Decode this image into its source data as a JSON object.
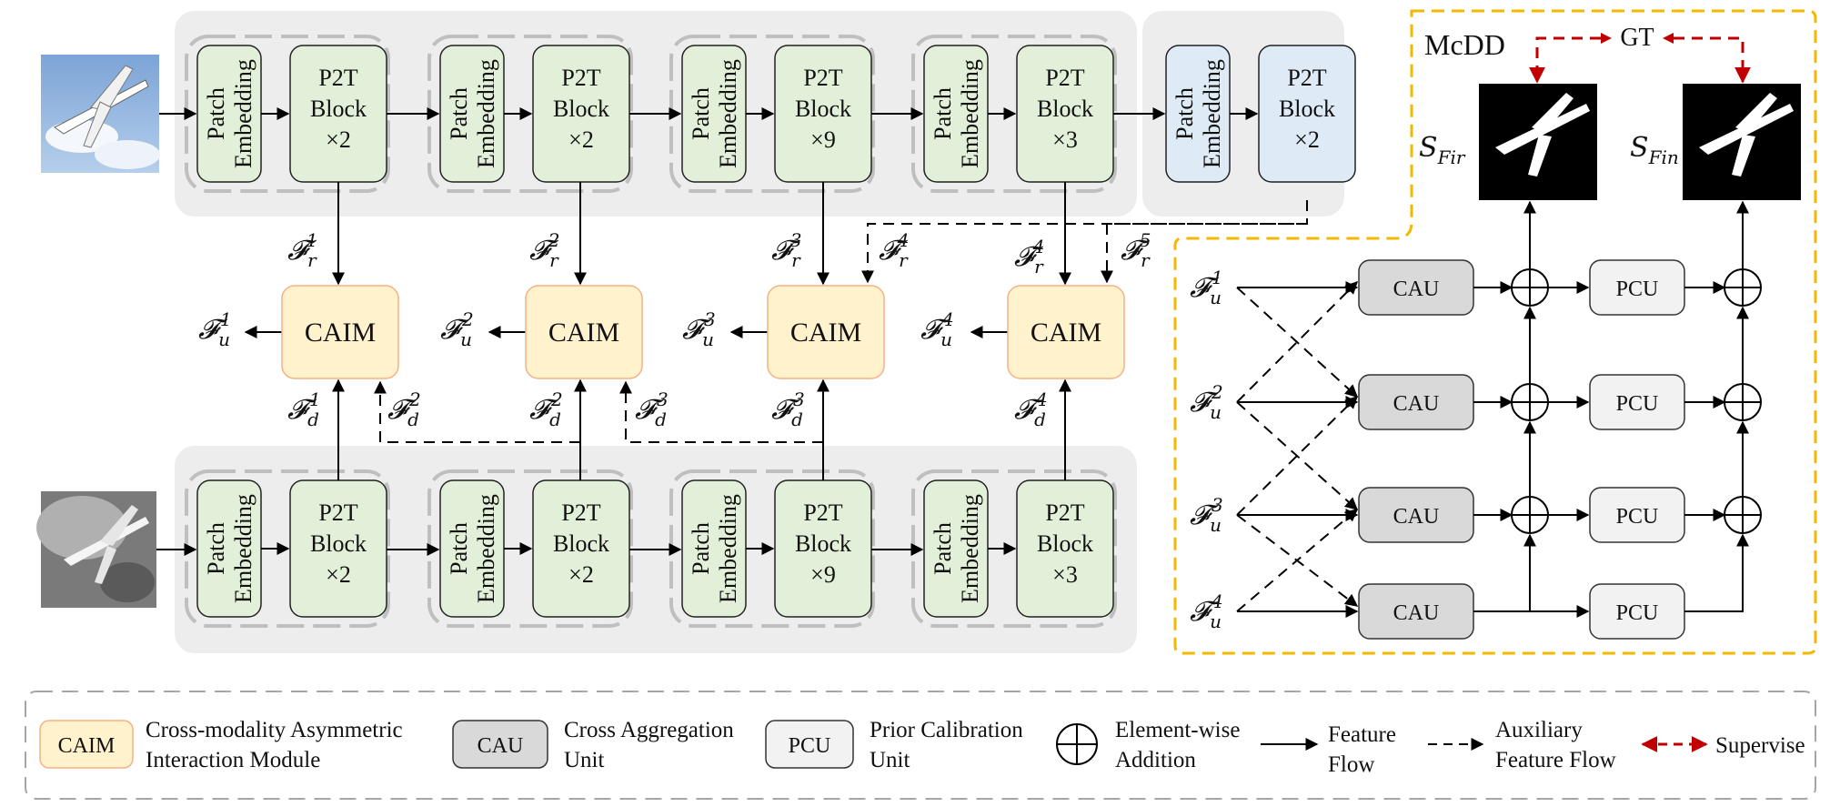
{
  "rgb_stream": {
    "stages": [
      {
        "embed": "Patch Embedding",
        "block": [
          "P2T",
          "Block",
          "×2"
        ]
      },
      {
        "embed": "Patch Embedding",
        "block": [
          "P2T",
          "Block",
          "×2"
        ]
      },
      {
        "embed": "Patch Embedding",
        "block": [
          "P2T",
          "Block",
          "×9"
        ]
      },
      {
        "embed": "Patch Embedding",
        "block": [
          "P2T",
          "Block",
          "×3"
        ]
      },
      {
        "embed": "Patch Embedding",
        "block": [
          "P2T",
          "Block",
          "×2"
        ]
      }
    ]
  },
  "depth_stream": {
    "stages": [
      {
        "embed": "Patch Embedding",
        "block": [
          "P2T",
          "Block",
          "×2"
        ]
      },
      {
        "embed": "Patch Embedding",
        "block": [
          "P2T",
          "Block",
          "×2"
        ]
      },
      {
        "embed": "Patch Embedding",
        "block": [
          "P2T",
          "Block",
          "×9"
        ]
      },
      {
        "embed": "Patch Embedding",
        "block": [
          "P2T",
          "Block",
          "×3"
        ]
      }
    ]
  },
  "caim_label": "CAIM",
  "features": {
    "r": [
      "𝓕r1",
      "𝓕r2",
      "𝓕r3",
      "𝓕r4",
      "𝓕r4",
      "𝓕r5"
    ],
    "d": [
      "𝓕d1",
      "𝓕d2",
      "𝓕d2",
      "𝓕d3",
      "𝓕d3",
      "𝓕d4"
    ],
    "u": [
      "𝓕u1",
      "𝓕u2",
      "𝓕u3",
      "𝓕u4"
    ]
  },
  "decoder": {
    "title": "McDD",
    "gt": "GT",
    "s_first": "S_Fir",
    "s_final": "S_Fin",
    "cau": "CAU",
    "pcu": "PCU"
  },
  "legend": {
    "caim_box": "CAIM",
    "caim_text": [
      "Cross-modality Asymmetric",
      "Interaction Module"
    ],
    "cau_box": "CAU",
    "cau_text": [
      "Cross Aggregation",
      "Unit"
    ],
    "pcu_box": "PCU",
    "pcu_text": [
      "Prior Calibration",
      "Unit"
    ],
    "add_text": [
      "Element-wise",
      "Addition"
    ],
    "flow_text": [
      "Feature",
      "Flow"
    ],
    "aux_text": [
      "Auxiliary",
      "Feature Flow"
    ],
    "sup_text": "Supervise"
  },
  "colors": {
    "green_block": "#e2f0d9",
    "blue_block": "#deebf7",
    "caim_fill": "#fff2cc",
    "caim_stroke": "#f4b183",
    "decoder_border": "#f5b800",
    "supervise": "#c00000",
    "stream_bg": "#ededed"
  }
}
